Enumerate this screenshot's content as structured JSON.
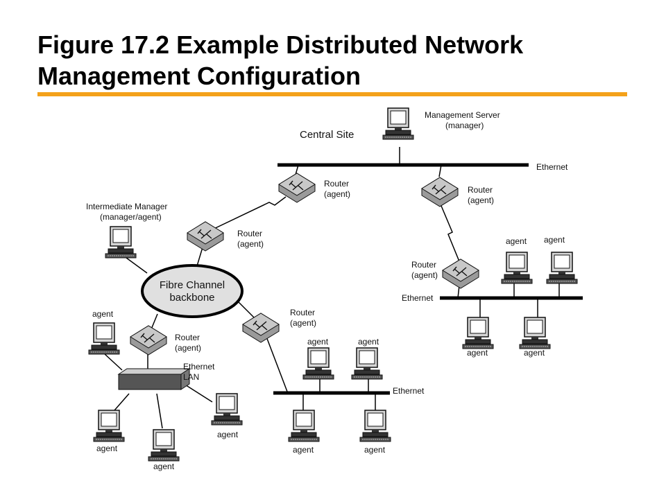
{
  "slide": {
    "title_line1": "Figure 17.2 Example Distributed Network",
    "title_line2": "Management Configuration",
    "accent_color": "#f4a11a"
  },
  "diagram": {
    "central_site": "Central Site",
    "management_server": {
      "line1": "Management Server",
      "line2": "(manager)"
    },
    "intermediate_manager": {
      "line1": "Intermediate Manager",
      "line2": "(manager/agent)"
    },
    "router": {
      "line1": "Router",
      "line2": "(agent)"
    },
    "ethernet": "Ethernet",
    "ethernet_lan": {
      "line1": "Ethernet",
      "line2": "LAN"
    },
    "fibre_channel": {
      "line1": "Fibre Channel",
      "line2": "backbone"
    },
    "agent": "agent",
    "icons": {
      "workstation": "workstation-icon",
      "router": "router-icon",
      "hub": "hub-icon"
    }
  }
}
